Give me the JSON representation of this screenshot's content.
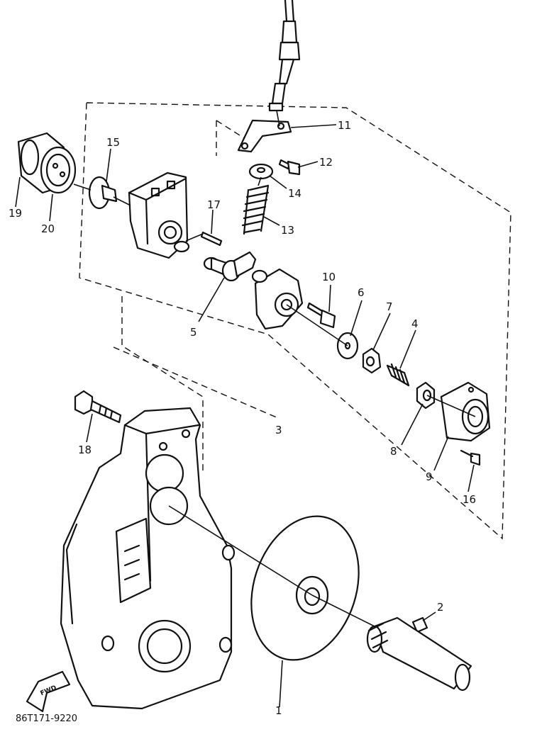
{
  "diagram": {
    "callouts": [
      "1",
      "2",
      "3",
      "4",
      "5",
      "6",
      "7",
      "8",
      "9",
      "10",
      "11",
      "12",
      "13",
      "14",
      "15",
      "16",
      "17",
      "18",
      "19",
      "20"
    ],
    "drawing_code": "86T171-9220",
    "direction_label": "FWD"
  }
}
